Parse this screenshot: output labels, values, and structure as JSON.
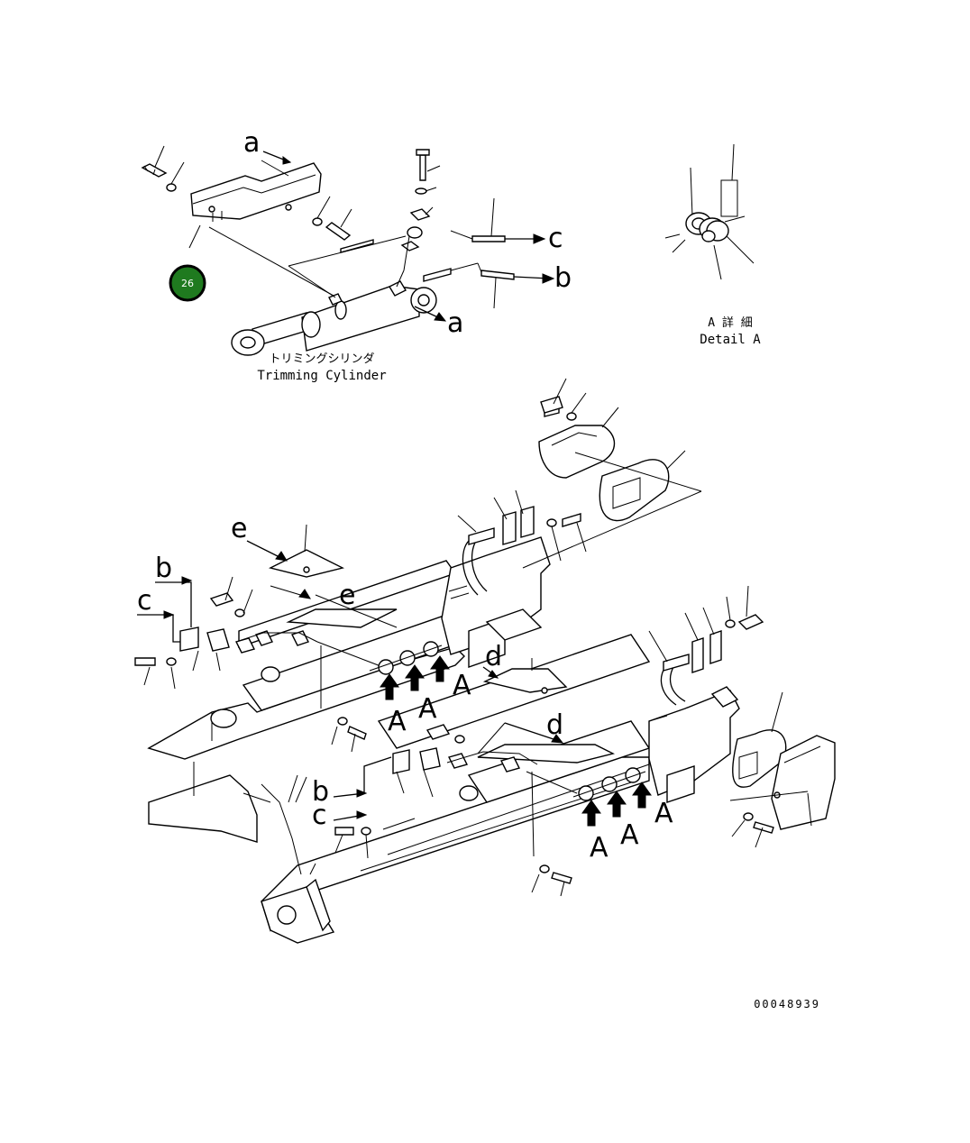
{
  "badge": {
    "number": "26",
    "color": "#1f7a1f"
  },
  "cylinder": {
    "label_jp": "トリミングシリンダ",
    "label_en": "Trimming Cylinder"
  },
  "detail": {
    "label_jp": "A 詳 細",
    "label_en": "Detail A"
  },
  "drawing_number": "00048939",
  "callouts": {
    "a": "a",
    "b": "b",
    "c": "c",
    "d": "d",
    "e": "e",
    "A": "A"
  }
}
